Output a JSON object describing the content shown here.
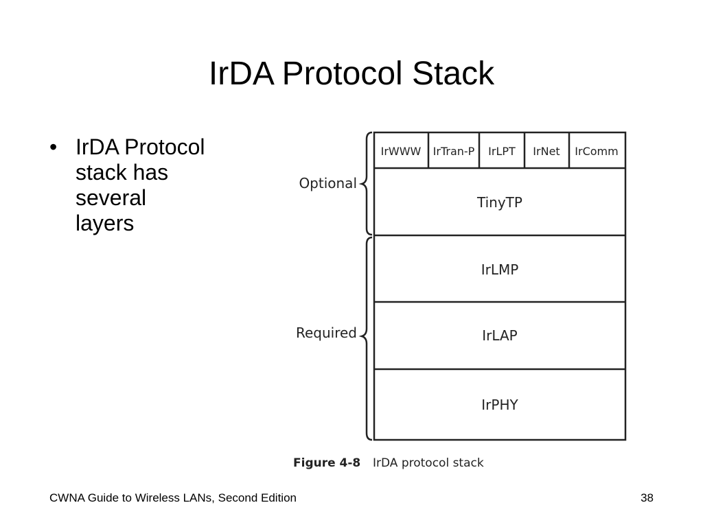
{
  "slide": {
    "title": "IrDA Protocol Stack",
    "bullets": [
      {
        "marker": "•",
        "text": "IrDA Protocol stack has several layers"
      }
    ],
    "footer": {
      "left": "CWNA Guide to Wireless LANs, Second Edition",
      "page_number": "38"
    }
  },
  "diagram": {
    "groups": {
      "optional": "Optional",
      "required": "Required"
    },
    "top_row": [
      "IrWWW",
      "IrTran-P",
      "IrLPT",
      "IrNet",
      "IrComm"
    ],
    "layers": [
      "TinyTP",
      "IrLMP",
      "IrLAP",
      "IrPHY"
    ],
    "caption": {
      "figure": "Figure 4-8",
      "text": "IrDA protocol stack"
    },
    "stroke_color": "#222222"
  }
}
